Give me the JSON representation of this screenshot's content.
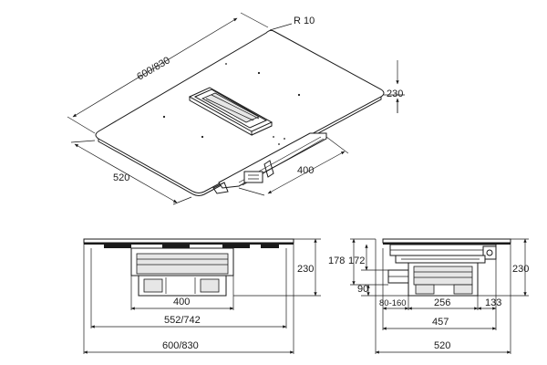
{
  "iso_view": {
    "radius": "R 10",
    "width_label": "600/830",
    "height_label": "230",
    "depth_label": "520",
    "cutout_label": "400"
  },
  "front_view": {
    "height": "230",
    "hood_width": "400",
    "cutout_width": "552/742",
    "overall_width": "600/830"
  },
  "side_view": {
    "height_a": "178",
    "height_b": "172",
    "height_total": "230",
    "gap": "90",
    "offset": "80-160",
    "duct_width": "256",
    "rear_offset": "133",
    "cutout_depth": "457",
    "overall_depth": "520"
  }
}
